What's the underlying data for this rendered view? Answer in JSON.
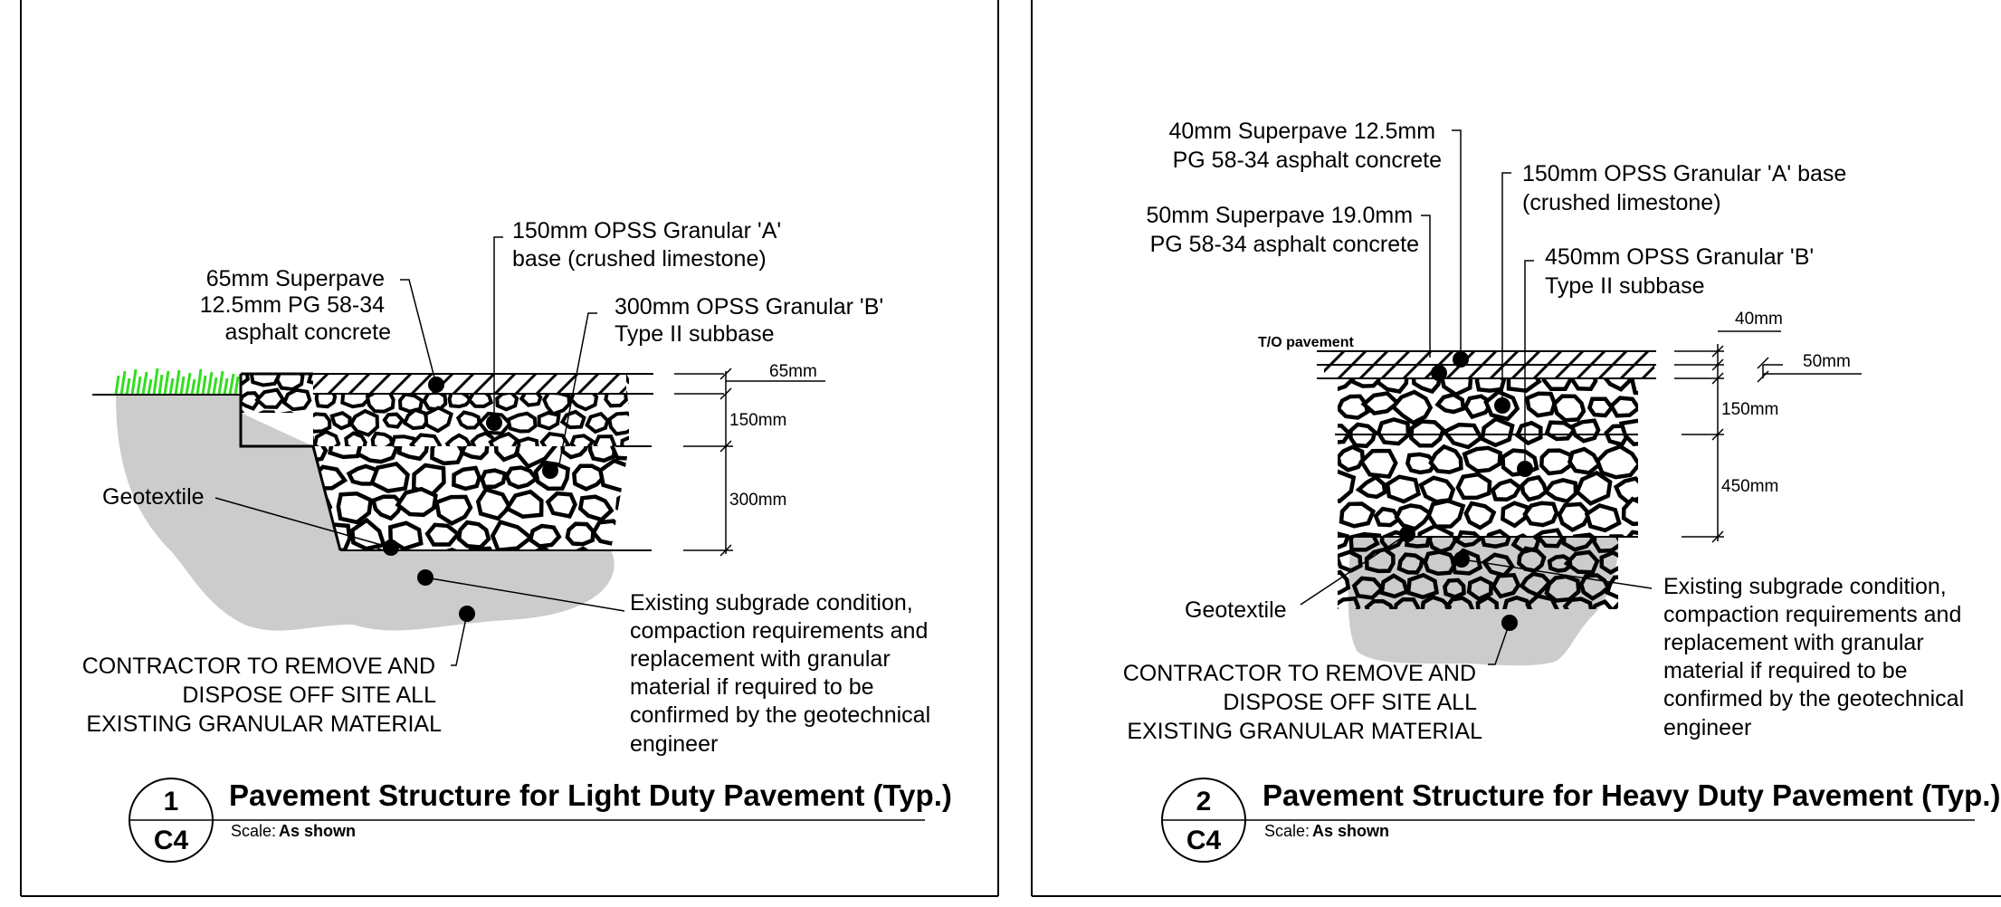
{
  "detail1": {
    "number": "1",
    "sheet": "C4",
    "title": "Pavement Structure for Light Duty Pavement (Typ.)",
    "scale_label": "Scale:",
    "scale_value": "As shown",
    "labels": {
      "asphalt": [
        "65mm Superpave",
        "12.5mm PG 58-34",
        "asphalt concrete"
      ],
      "base": [
        "150mm OPSS Granular 'A'",
        "base (crushed limestone)"
      ],
      "subbase": [
        "300mm OPSS Granular 'B'",
        "Type II subbase"
      ],
      "geotextile": "Geotextile",
      "subgrade": [
        "Existing subgrade condition,",
        "compaction requirements and",
        "replacement with granular",
        "material if required to be",
        "confirmed by the geotechnical",
        "engineer"
      ],
      "contractor": [
        "CONTRACTOR TO REMOVE AND",
        "DISPOSE OFF SITE ALL",
        "EXISTING GRANULAR MATERIAL"
      ]
    },
    "dims": {
      "asphalt": "65mm",
      "base": "150mm",
      "subbase": "300mm"
    }
  },
  "detail2": {
    "number": "2",
    "sheet": "C4",
    "title": "Pavement Structure for Heavy Duty Pavement (Typ.)",
    "scale_label": "Scale:",
    "scale_value": "As shown",
    "labels": {
      "surface": [
        "40mm Superpave 12.5mm",
        "PG 58-34 asphalt concrete"
      ],
      "binder": [
        "50mm  Superpave 19.0mm",
        "PG 58-34 asphalt concrete"
      ],
      "base": [
        "150mm OPSS Granular 'A' base",
        "(crushed limestone)"
      ],
      "subbase": [
        "450mm OPSS Granular 'B'",
        "Type II subbase"
      ],
      "top_of_pavement": "T/O pavement",
      "geotextile": "Geotextile",
      "subgrade": [
        "Existing subgrade condition,",
        "compaction requirements and",
        "replacement with granular",
        "material if required to be",
        "confirmed by the geotechnical",
        "engineer"
      ],
      "contractor": [
        "CONTRACTOR TO REMOVE AND",
        "DISPOSE OFF SITE ALL",
        "EXISTING GRANULAR MATERIAL"
      ]
    },
    "dims": {
      "surface": "40mm",
      "binder": "50mm",
      "base": "150mm",
      "subbase": "450mm"
    }
  },
  "colors": {
    "soil": "#cccccc",
    "grass": "#33dd22",
    "line": "#000000"
  }
}
